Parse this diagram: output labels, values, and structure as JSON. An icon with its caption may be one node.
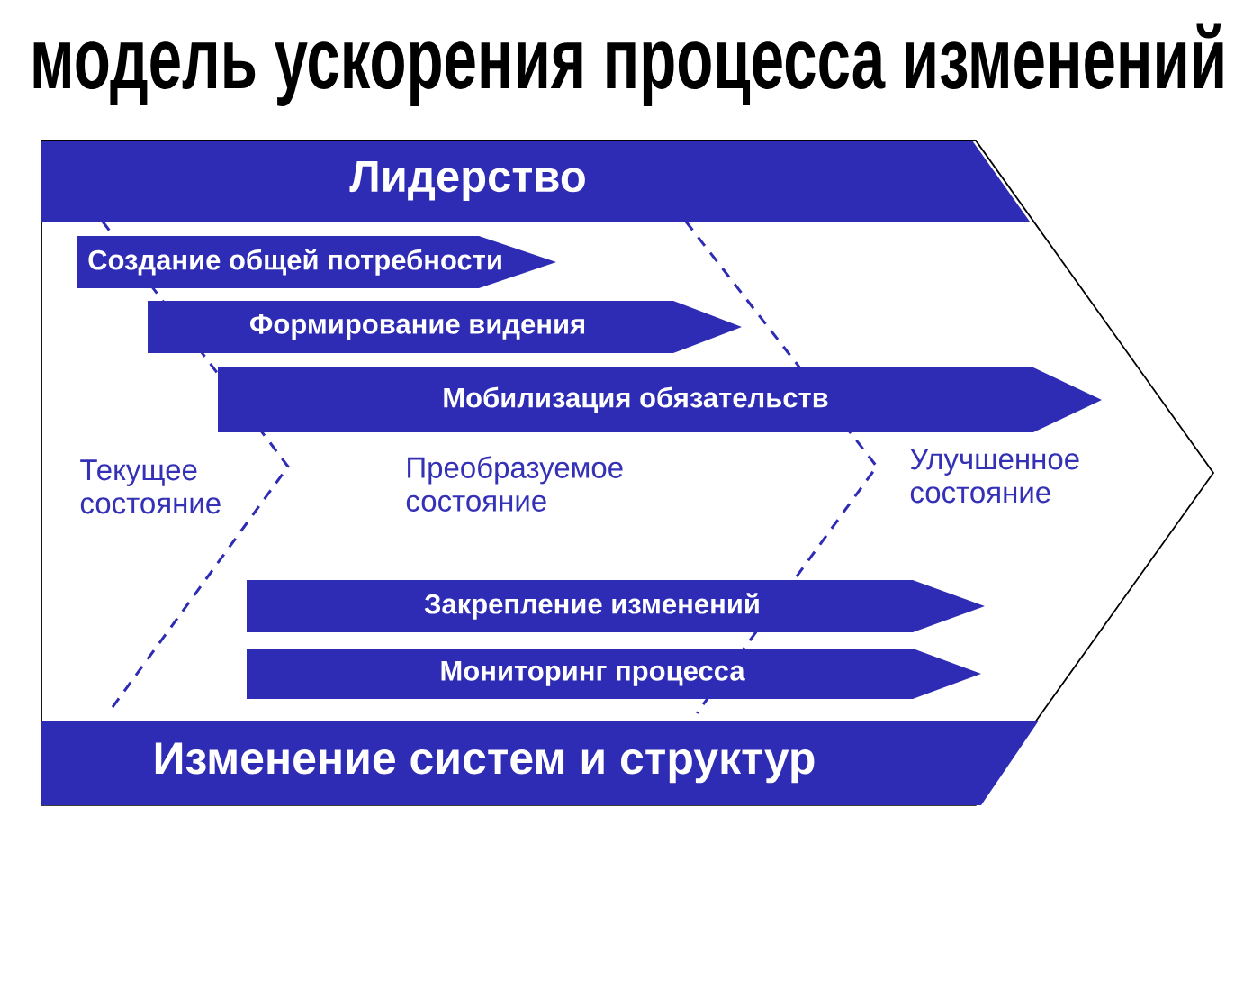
{
  "diagram": {
    "title": "модель ускорения процесса изменений",
    "nodes": [
      {
        "text": [],
        "shape": "chevron"
      },
      {
        "text": [
          "Лидерство"
        ],
        "in": 0
      },
      {
        "text": [
          "Создание общей потребности"
        ],
        "in": 0
      },
      {
        "text": [
          "Формирование видения"
        ],
        "in": 0
      },
      {
        "text": [
          "Мобилизация обязательств"
        ],
        "in": 0
      },
      {
        "text": [
          "Закрепление изменений"
        ],
        "in": 0
      },
      {
        "text": [
          "Мониторинг процесса"
        ],
        "in": 0
      },
      {
        "text": [
          "Изменение систем и структур"
        ],
        "in": 0
      }
    ],
    "labels": [
      "Текущее состояние",
      "Преобразуемое состояние",
      "Улучшенное состояние"
    ]
  }
}
